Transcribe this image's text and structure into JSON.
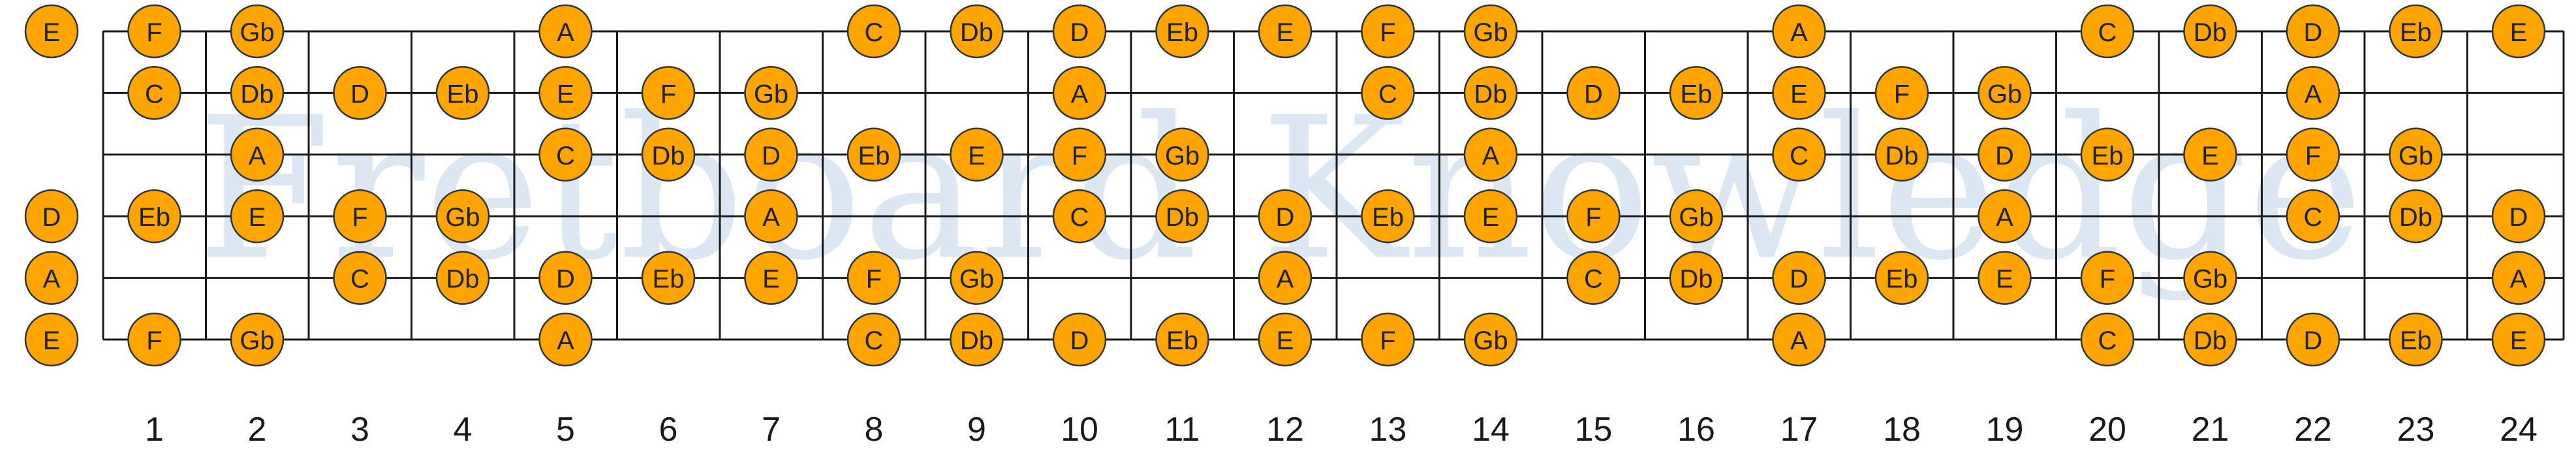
{
  "watermark": "Fretboard Knowledge",
  "colors": {
    "note_fill": "#FFA500",
    "note_stroke": "#333333",
    "line": "#1a1a1a",
    "watermark": "#dde7f1",
    "background": "#ffffff"
  },
  "fretboard": {
    "fret_count": 24,
    "fret_numbers": [
      "1",
      "2",
      "3",
      "4",
      "5",
      "6",
      "7",
      "8",
      "9",
      "10",
      "11",
      "12",
      "13",
      "14",
      "15",
      "16",
      "17",
      "18",
      "19",
      "20",
      "21",
      "22",
      "23",
      "24"
    ],
    "strings": [
      {
        "name": "high-e",
        "notes": [
          {
            "fret": 0,
            "note": "E"
          },
          {
            "fret": 1,
            "note": "F"
          },
          {
            "fret": 2,
            "note": "Gb"
          },
          {
            "fret": 5,
            "note": "A"
          },
          {
            "fret": 8,
            "note": "C"
          },
          {
            "fret": 9,
            "note": "Db"
          },
          {
            "fret": 10,
            "note": "D"
          },
          {
            "fret": 11,
            "note": "Eb"
          },
          {
            "fret": 12,
            "note": "E"
          },
          {
            "fret": 13,
            "note": "F"
          },
          {
            "fret": 14,
            "note": "Gb"
          },
          {
            "fret": 17,
            "note": "A"
          },
          {
            "fret": 20,
            "note": "C"
          },
          {
            "fret": 21,
            "note": "Db"
          },
          {
            "fret": 22,
            "note": "D"
          },
          {
            "fret": 23,
            "note": "Eb"
          },
          {
            "fret": 24,
            "note": "E"
          }
        ]
      },
      {
        "name": "b",
        "notes": [
          {
            "fret": 1,
            "note": "C"
          },
          {
            "fret": 2,
            "note": "Db"
          },
          {
            "fret": 3,
            "note": "D"
          },
          {
            "fret": 4,
            "note": "Eb"
          },
          {
            "fret": 5,
            "note": "E"
          },
          {
            "fret": 6,
            "note": "F"
          },
          {
            "fret": 7,
            "note": "Gb"
          },
          {
            "fret": 10,
            "note": "A"
          },
          {
            "fret": 13,
            "note": "C"
          },
          {
            "fret": 14,
            "note": "Db"
          },
          {
            "fret": 15,
            "note": "D"
          },
          {
            "fret": 16,
            "note": "Eb"
          },
          {
            "fret": 17,
            "note": "E"
          },
          {
            "fret": 18,
            "note": "F"
          },
          {
            "fret": 19,
            "note": "Gb"
          },
          {
            "fret": 22,
            "note": "A"
          }
        ]
      },
      {
        "name": "g",
        "notes": [
          {
            "fret": 2,
            "note": "A"
          },
          {
            "fret": 5,
            "note": "C"
          },
          {
            "fret": 6,
            "note": "Db"
          },
          {
            "fret": 7,
            "note": "D"
          },
          {
            "fret": 8,
            "note": "Eb"
          },
          {
            "fret": 9,
            "note": "E"
          },
          {
            "fret": 10,
            "note": "F"
          },
          {
            "fret": 11,
            "note": "Gb"
          },
          {
            "fret": 14,
            "note": "A"
          },
          {
            "fret": 17,
            "note": "C"
          },
          {
            "fret": 18,
            "note": "Db"
          },
          {
            "fret": 19,
            "note": "D"
          },
          {
            "fret": 20,
            "note": "Eb"
          },
          {
            "fret": 21,
            "note": "E"
          },
          {
            "fret": 22,
            "note": "F"
          },
          {
            "fret": 23,
            "note": "Gb"
          }
        ]
      },
      {
        "name": "d",
        "notes": [
          {
            "fret": 0,
            "note": "D"
          },
          {
            "fret": 1,
            "note": "Eb"
          },
          {
            "fret": 2,
            "note": "E"
          },
          {
            "fret": 3,
            "note": "F"
          },
          {
            "fret": 4,
            "note": "Gb"
          },
          {
            "fret": 7,
            "note": "A"
          },
          {
            "fret": 10,
            "note": "C"
          },
          {
            "fret": 11,
            "note": "Db"
          },
          {
            "fret": 12,
            "note": "D"
          },
          {
            "fret": 13,
            "note": "Eb"
          },
          {
            "fret": 14,
            "note": "E"
          },
          {
            "fret": 15,
            "note": "F"
          },
          {
            "fret": 16,
            "note": "Gb"
          },
          {
            "fret": 19,
            "note": "A"
          },
          {
            "fret": 22,
            "note": "C"
          },
          {
            "fret": 23,
            "note": "Db"
          },
          {
            "fret": 24,
            "note": "D"
          }
        ]
      },
      {
        "name": "a",
        "notes": [
          {
            "fret": 0,
            "note": "A"
          },
          {
            "fret": 3,
            "note": "C"
          },
          {
            "fret": 4,
            "note": "Db"
          },
          {
            "fret": 5,
            "note": "D"
          },
          {
            "fret": 6,
            "note": "Eb"
          },
          {
            "fret": 7,
            "note": "E"
          },
          {
            "fret": 8,
            "note": "F"
          },
          {
            "fret": 9,
            "note": "Gb"
          },
          {
            "fret": 12,
            "note": "A"
          },
          {
            "fret": 15,
            "note": "C"
          },
          {
            "fret": 16,
            "note": "Db"
          },
          {
            "fret": 17,
            "note": "D"
          },
          {
            "fret": 18,
            "note": "Eb"
          },
          {
            "fret": 19,
            "note": "E"
          },
          {
            "fret": 20,
            "note": "F"
          },
          {
            "fret": 21,
            "note": "Gb"
          },
          {
            "fret": 24,
            "note": "A"
          }
        ]
      },
      {
        "name": "low-e",
        "notes": [
          {
            "fret": 0,
            "note": "E"
          },
          {
            "fret": 1,
            "note": "F"
          },
          {
            "fret": 2,
            "note": "Gb"
          },
          {
            "fret": 5,
            "note": "A"
          },
          {
            "fret": 8,
            "note": "C"
          },
          {
            "fret": 9,
            "note": "Db"
          },
          {
            "fret": 10,
            "note": "D"
          },
          {
            "fret": 11,
            "note": "Eb"
          },
          {
            "fret": 12,
            "note": "E"
          },
          {
            "fret": 13,
            "note": "F"
          },
          {
            "fret": 14,
            "note": "Gb"
          },
          {
            "fret": 17,
            "note": "A"
          },
          {
            "fret": 20,
            "note": "C"
          },
          {
            "fret": 21,
            "note": "Db"
          },
          {
            "fret": 22,
            "note": "D"
          },
          {
            "fret": 23,
            "note": "Eb"
          },
          {
            "fret": 24,
            "note": "E"
          }
        ]
      }
    ]
  }
}
